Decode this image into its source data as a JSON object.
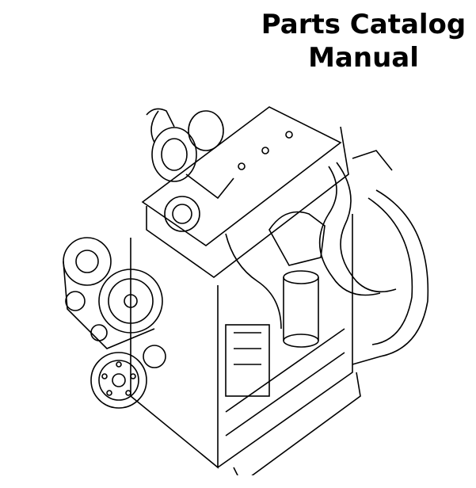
{
  "title": {
    "line1": "Parts Catalog",
    "line2": "Manual"
  },
  "illustration": {
    "icon": "diesel-engine-line-drawing",
    "color": "#000000"
  }
}
